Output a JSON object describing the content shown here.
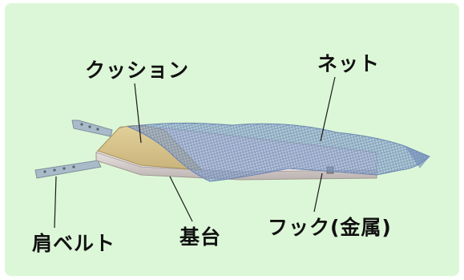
{
  "labels": {
    "cushion": "クッション",
    "net": "ネット",
    "shoulder_belt": "肩ベルト",
    "base": "基台",
    "hook": "フック(金属)"
  },
  "colors": {
    "background_panel": "#dcf7d7",
    "cushion": "#d8c48c",
    "base": "#d9d2d0",
    "net": "#7e9ac4",
    "belt": "#a9bbc9",
    "leader_line": "#1a1a1a"
  }
}
